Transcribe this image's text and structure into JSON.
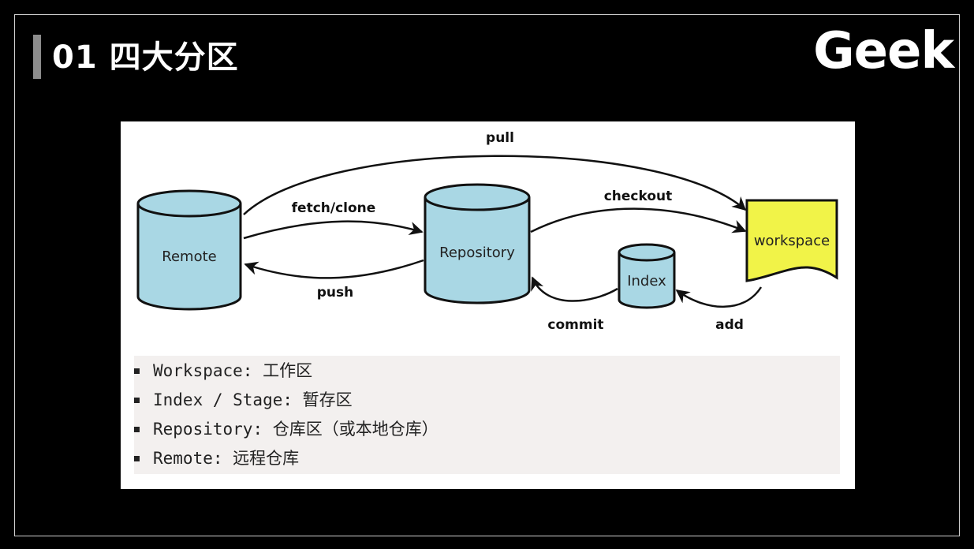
{
  "header": {
    "title": "01 四大分区",
    "logo": "Geek"
  },
  "diagram": {
    "nodes": {
      "remote": "Remote",
      "repository": "Repository",
      "index": "Index",
      "workspace": "workspace"
    },
    "edges": {
      "pull": "pull",
      "fetch_clone": "fetch/clone",
      "push": "push",
      "checkout": "checkout",
      "commit": "commit",
      "add": "add"
    },
    "colors": {
      "cylinder_fill": "#a9d7e4",
      "workspace_fill": "#f1f348",
      "legend_bg": "#f3f0ef"
    }
  },
  "legend": {
    "items": [
      {
        "term": "Workspace",
        "sep": ": ",
        "desc": "工作区"
      },
      {
        "term": "Index / Stage",
        "sep": ": ",
        "desc": "暂存区"
      },
      {
        "term": "Repository",
        "sep": ": ",
        "desc": "仓库区（或本地仓库）"
      },
      {
        "term": "Remote",
        "sep": ": ",
        "desc": "远程仓库"
      }
    ]
  }
}
